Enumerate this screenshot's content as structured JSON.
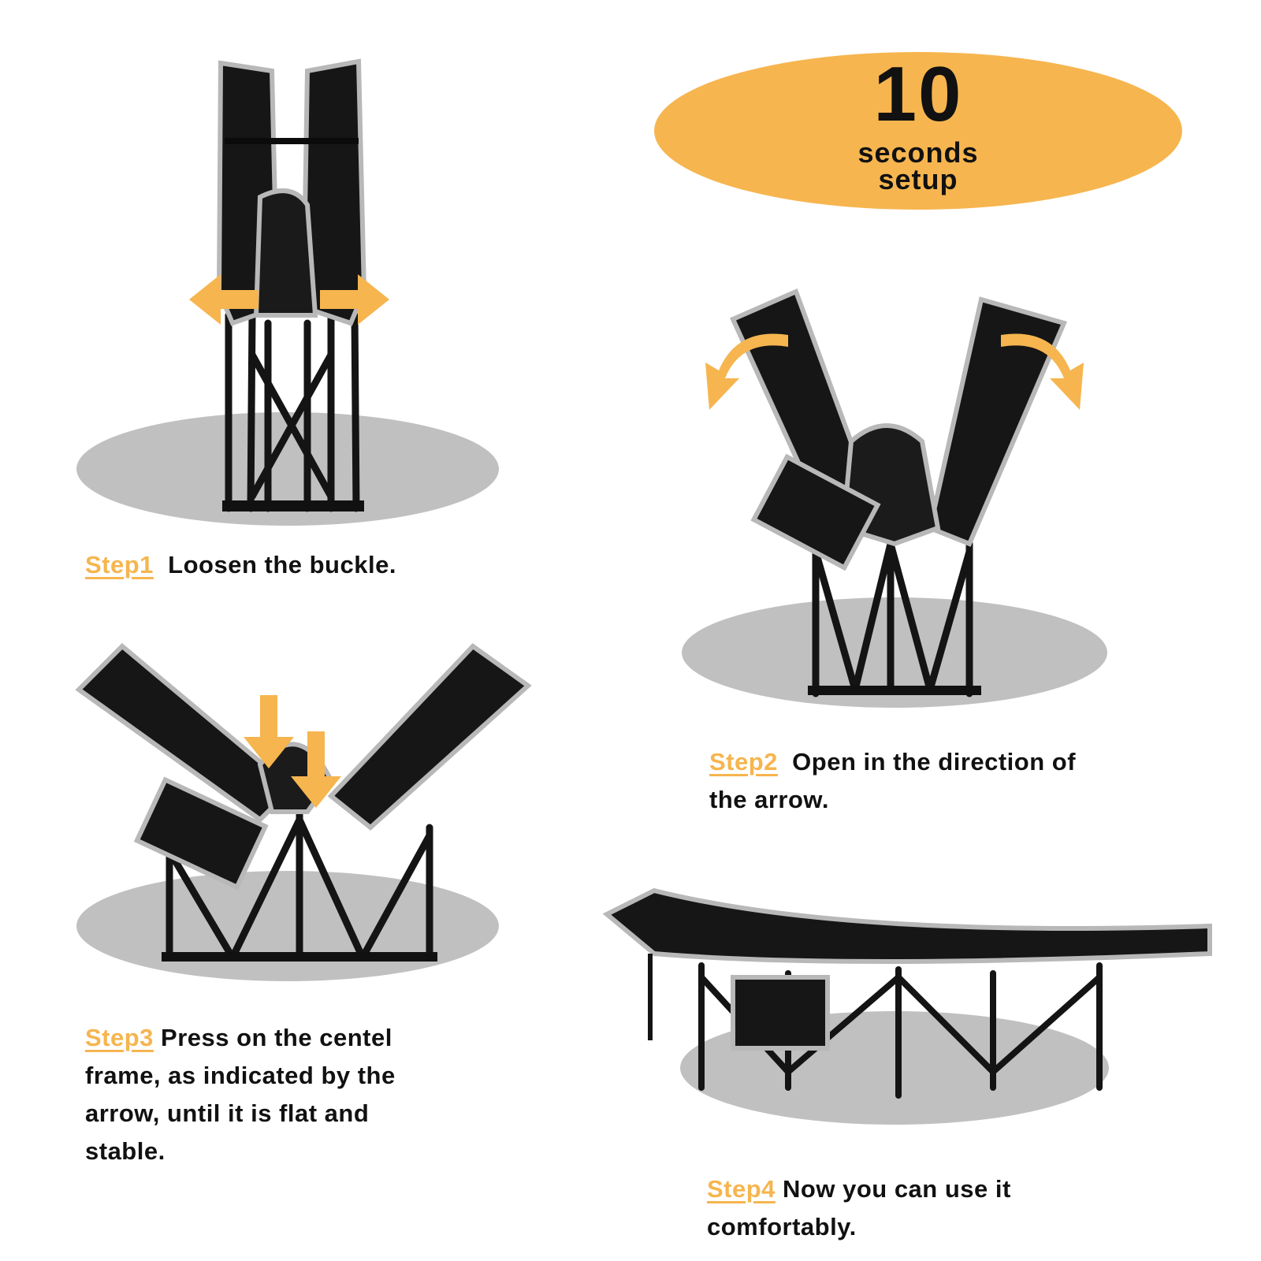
{
  "badge": {
    "number": "10",
    "line1": "seconds",
    "line2": "setup"
  },
  "steps": [
    {
      "label": "Step1",
      "text": "Loosen the buckle."
    },
    {
      "label": "Step2",
      "text_line1": "Open in the direction of",
      "text_line2": "the arrow."
    },
    {
      "label": "Step3",
      "text_line1": "Press on the centel",
      "text_line2": "frame, as indicated by the",
      "text_line3": "arrow, until it is flat and",
      "text_line4": "stable."
    },
    {
      "label": "Step4",
      "text_line1": "Now you can use it",
      "text_line2": "comfortably."
    }
  ],
  "colors": {
    "accent": "#f6b54f",
    "shadow": "#c0c0c0",
    "fabric": "#161616",
    "trim": "#b8b8b8",
    "text": "#111111"
  }
}
